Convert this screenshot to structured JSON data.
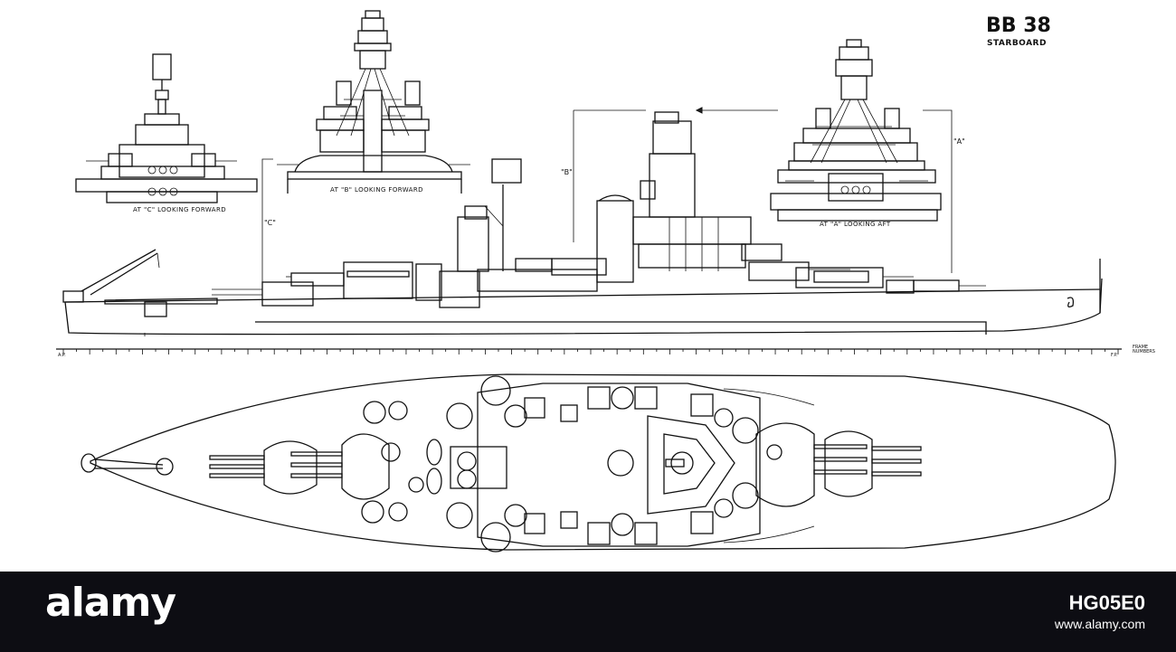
{
  "drawing": {
    "hull_number": "BB 38",
    "view_side": "STARBOARD",
    "section_views": [
      {
        "id": "C",
        "label": "AT \"C\" LOOKING FORWARD"
      },
      {
        "id": "B",
        "label": "AT \"B\" LOOKING FORWARD"
      },
      {
        "id": "A",
        "label": "AT \"A\" LOOKING AFT"
      }
    ],
    "section_markers": [
      {
        "id": "C",
        "text": "\"C\""
      },
      {
        "id": "B",
        "text": "\"B\""
      },
      {
        "id": "A",
        "text": "\"A\""
      }
    ],
    "frame_scale": {
      "label_line1": "FRAME",
      "label_line2": "NUMBERS",
      "end_left": "A.P.",
      "end_right": "F.P."
    }
  },
  "footer": {
    "logo": "alamy",
    "image_id": "HG05E0",
    "url": "www.alamy.com"
  }
}
